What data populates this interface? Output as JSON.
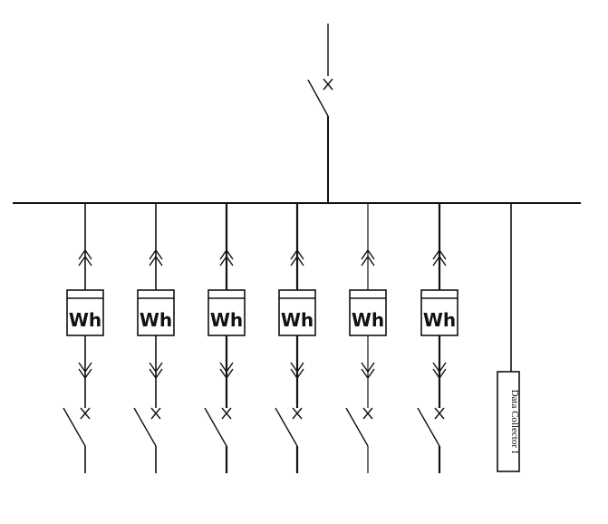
{
  "diagram": {
    "meter_label": "Wh",
    "data_collector_label": "Data Collector I",
    "feeder_count": 6,
    "line_color": "#111111",
    "background_color": "#ffffff",
    "symbols": {
      "incoming_breaker": "circuit-breaker-icon",
      "feeder_breaker": "circuit-breaker-icon",
      "meter": "watt-hour-meter-icon",
      "plug_in": "plug-in-contact-icon"
    }
  }
}
